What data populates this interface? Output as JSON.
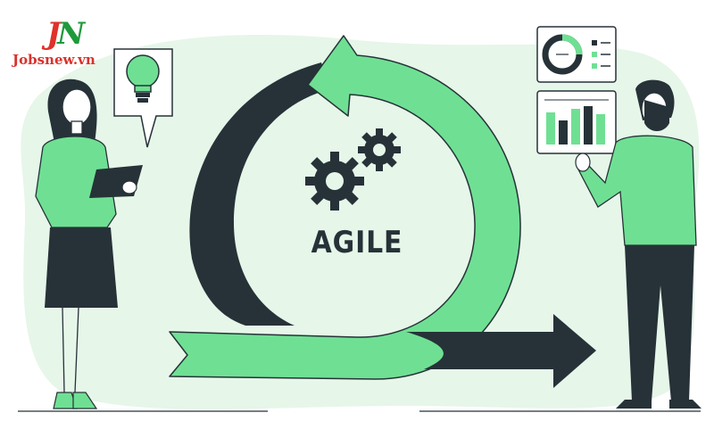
{
  "brand": {
    "logo_j": "J",
    "logo_n": "N",
    "name": "Jobsnew.vn"
  },
  "illustration": {
    "label": "AGILE",
    "colors": {
      "accent_green": "#6fe093",
      "light_green": "#e8f7ea",
      "dark": "#263238"
    },
    "icons": [
      "lightbulb-icon",
      "gears-icon",
      "donut-chart-icon",
      "bar-chart-icon",
      "tablet-icon",
      "cycle-arrow-icon",
      "forward-arrow-icon"
    ]
  }
}
